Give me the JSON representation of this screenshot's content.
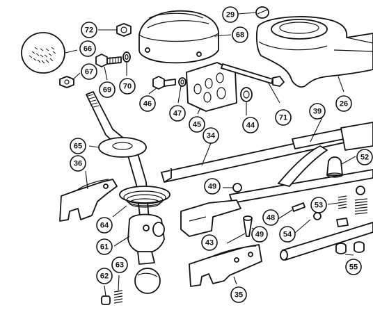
{
  "callouts": [
    {
      "id": "p29",
      "label": "29"
    },
    {
      "id": "p72",
      "label": "72"
    },
    {
      "id": "p68",
      "label": "68"
    },
    {
      "id": "p66",
      "label": "66"
    },
    {
      "id": "p67",
      "label": "67"
    },
    {
      "id": "p69",
      "label": "69"
    },
    {
      "id": "p70",
      "label": "70"
    },
    {
      "id": "p46",
      "label": "46"
    },
    {
      "id": "p47",
      "label": "47"
    },
    {
      "id": "p45",
      "label": "45"
    },
    {
      "id": "p44",
      "label": "44"
    },
    {
      "id": "p71",
      "label": "71"
    },
    {
      "id": "p26",
      "label": "26"
    },
    {
      "id": "p39",
      "label": "39"
    },
    {
      "id": "p34",
      "label": "34"
    },
    {
      "id": "p65",
      "label": "65"
    },
    {
      "id": "p36",
      "label": "36"
    },
    {
      "id": "p52",
      "label": "52"
    },
    {
      "id": "p49a",
      "label": "49"
    },
    {
      "id": "p53",
      "label": "53"
    },
    {
      "id": "p48",
      "label": "48"
    },
    {
      "id": "p49b",
      "label": "49"
    },
    {
      "id": "p64",
      "label": "64"
    },
    {
      "id": "p54",
      "label": "54"
    },
    {
      "id": "p43",
      "label": "43"
    },
    {
      "id": "p61",
      "label": "61"
    },
    {
      "id": "p55",
      "label": "55"
    },
    {
      "id": "p62",
      "label": "62"
    },
    {
      "id": "p63",
      "label": "63"
    },
    {
      "id": "p35",
      "label": "35"
    }
  ]
}
